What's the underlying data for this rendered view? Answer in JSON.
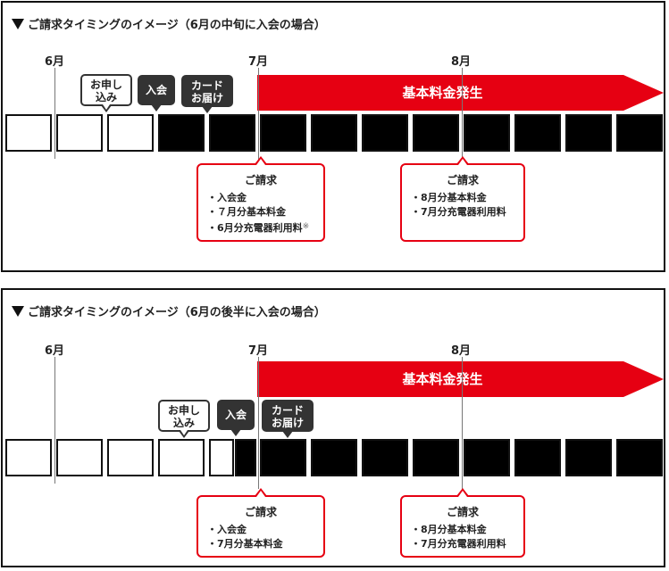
{
  "timeline1": {
    "title": "ご請求タイミングのイメージ（6月の中旬に入会の場合）",
    "months": [
      "6月",
      "7月",
      "8月"
    ],
    "arrow_label": "基本料金発生",
    "apply_label_1": "お申し",
    "apply_label_2": "込み",
    "join_label": "入会",
    "card_label_1": "カード",
    "card_label_2": "お届け",
    "bill1": {
      "title": "ご請求",
      "items": [
        "入会金",
        "７月分基本料金",
        "6月分充電器利用料"
      ],
      "note": "※"
    },
    "bill2": {
      "title": "ご請求",
      "items": [
        "8月分基本料金",
        "7月分充電器利用料"
      ]
    }
  },
  "timeline2": {
    "title": "ご請求タイミングのイメージ（6月の後半に入会の場合）",
    "months": [
      "6月",
      "7月",
      "8月"
    ],
    "arrow_label": "基本料金発生",
    "apply_label_1": "お申し",
    "apply_label_2": "込み",
    "join_label": "入会",
    "card_label_1": "カード",
    "card_label_2": "お届け",
    "bill1": {
      "title": "ご請求",
      "items": [
        "入会金",
        "7月分基本料金"
      ]
    },
    "bill2": {
      "title": "ご請求",
      "items": [
        "8月分基本料金",
        "7月分充電器利用料"
      ]
    }
  },
  "colors": {
    "accent": "#e60012",
    "dark": "#333333",
    "black": "#000000"
  }
}
